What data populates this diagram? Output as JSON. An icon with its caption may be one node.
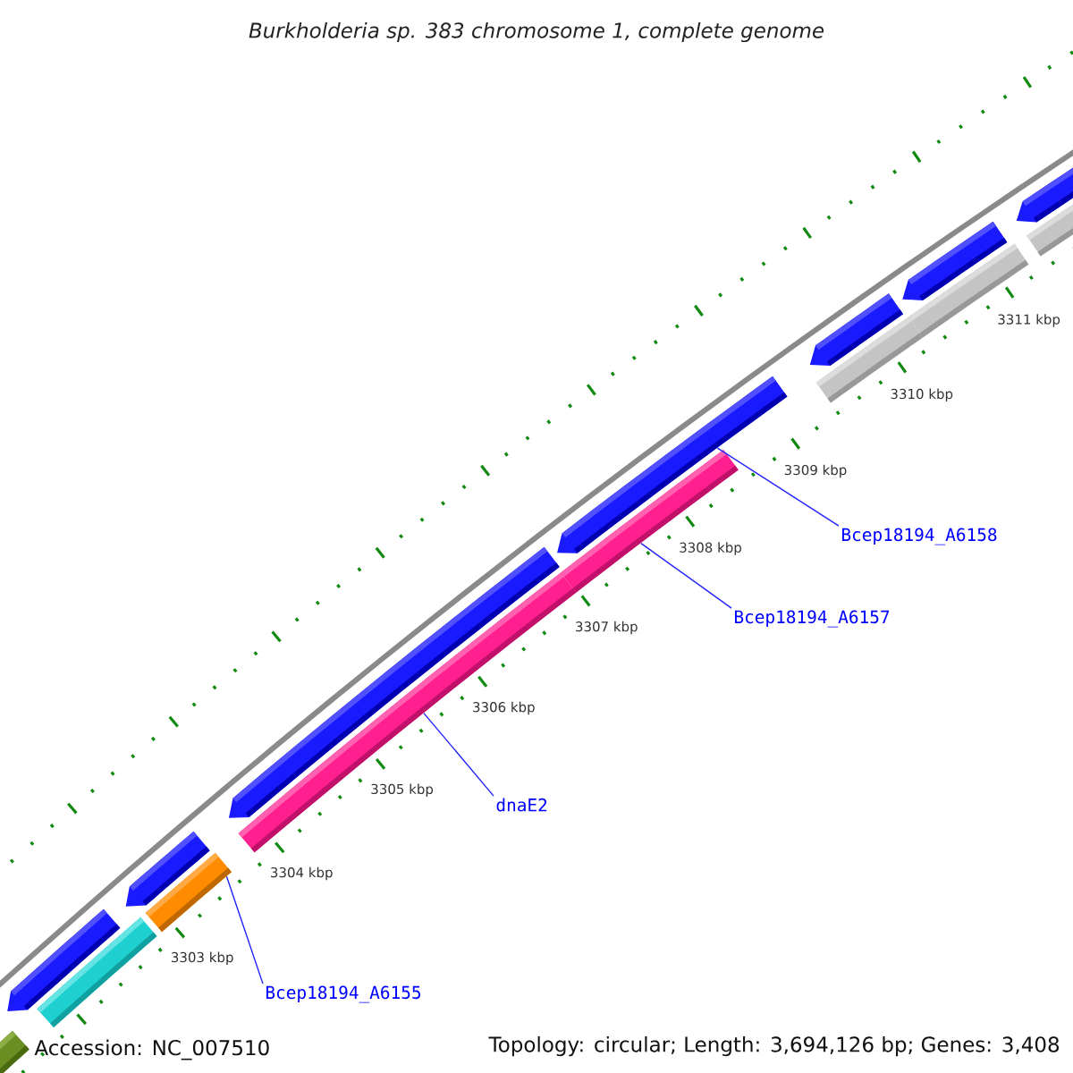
{
  "diagram": {
    "title": "Burkholderia sp. 383 chromosome 1, complete genome",
    "nodes": [
      {
        "text": [
          "Bcep18194_A6158"
        ]
      },
      {
        "text": [],
        "shape": "bar"
      },
      {
        "text": [
          "Bcep18194_A6157"
        ]
      },
      {
        "text": [],
        "shape": "bar"
      },
      {
        "text": [
          "dnaE2"
        ]
      },
      {
        "text": [],
        "shape": "bar"
      },
      {
        "text": [
          "Bcep18194_A6155"
        ]
      },
      {
        "text": [],
        "shape": "bar"
      },
      {
        "text": [],
        "shape": "bar"
      },
      {
        "text": [],
        "shape": "bar"
      },
      {
        "text": [],
        "shape": "bar"
      },
      {
        "text": [],
        "shape": "bar"
      },
      {
        "text": [],
        "shape": "bar"
      },
      {
        "text": [],
        "shape": "bar"
      },
      {
        "text": [],
        "shape": "bar"
      },
      {
        "text": [],
        "shape": "bar"
      },
      {
        "text": [],
        "shape": "bar"
      },
      {
        "text": [],
        "shape": "bar"
      },
      {
        "text": [],
        "shape": "bar"
      }
    ],
    "edges": [
      {
        "from": 0,
        "to": 1,
        "arrow": "none"
      },
      {
        "from": 2,
        "to": 3,
        "arrow": "none"
      },
      {
        "from": 4,
        "to": 5,
        "arrow": "none"
      },
      {
        "from": 6,
        "to": 7,
        "arrow": "none"
      }
    ],
    "labels": [
      "3311 kbp",
      "3310 kbp",
      "3309 kbp",
      "3308 kbp",
      "3307 kbp",
      "3306 kbp",
      "3305 kbp",
      "3304 kbp",
      "3303 kbp",
      "Accession: NC_007510",
      "Topology: circular; Length: 3,694,126 bp; Genes: 3,408"
    ]
  }
}
